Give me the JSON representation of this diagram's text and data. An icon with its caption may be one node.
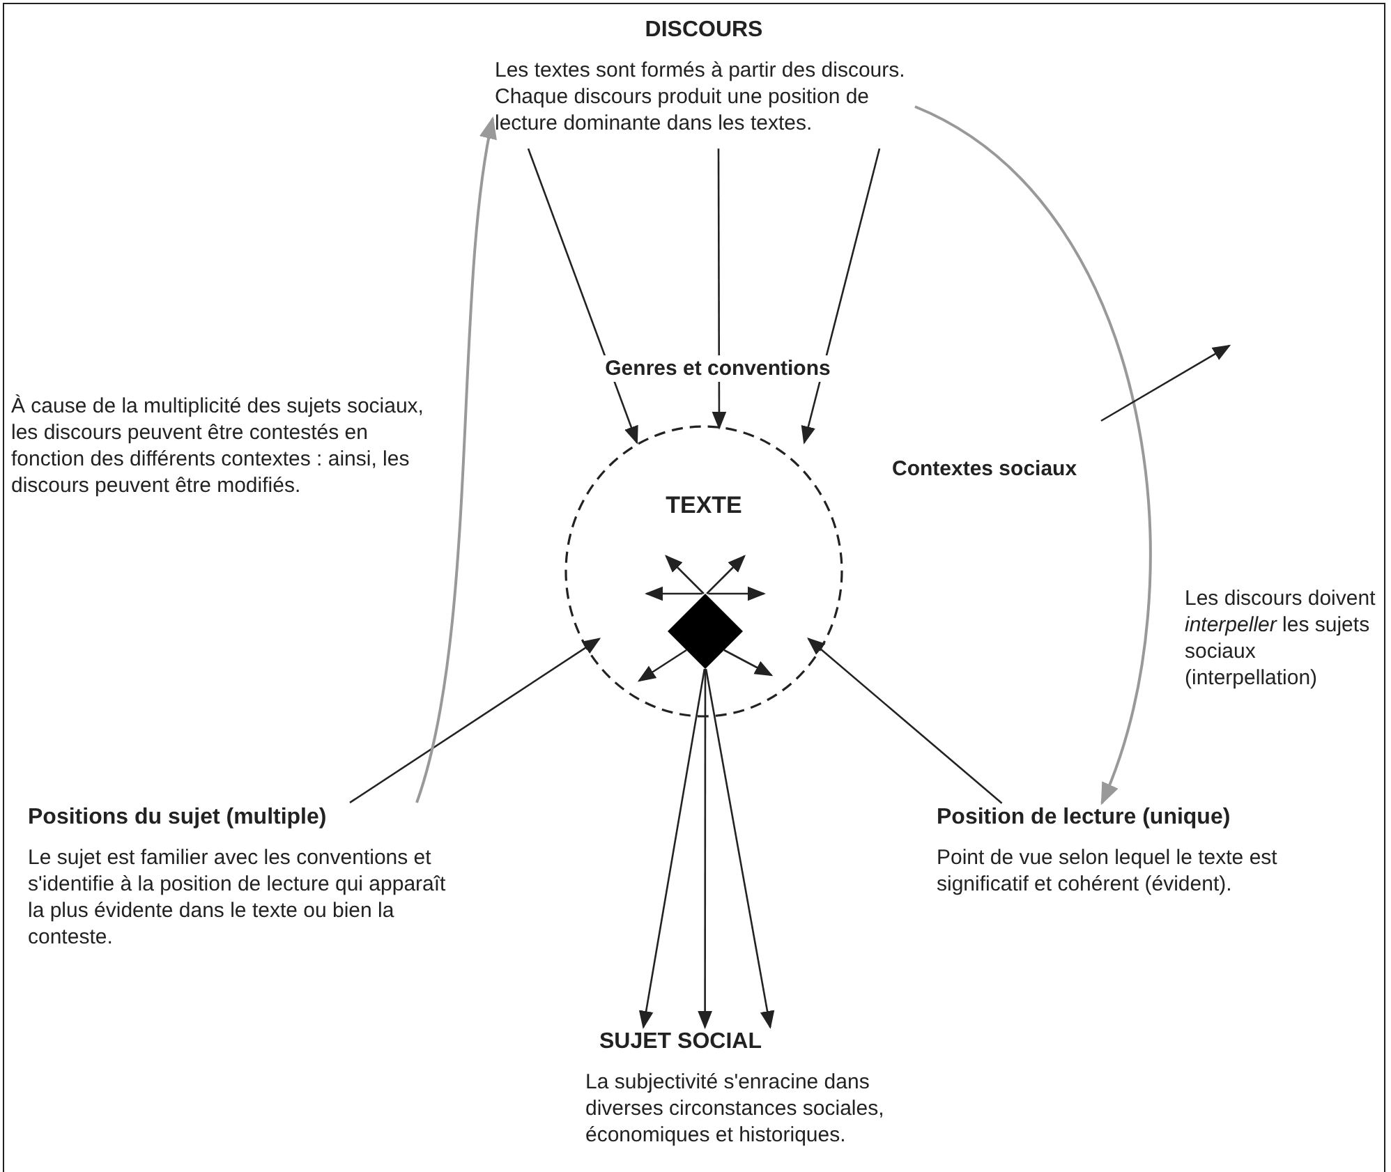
{
  "diagram": {
    "nodes": [
      {
        "text": [
          "DISCOURS",
          "Les textes sont formés à partir des discours. Chaque discours produit une position de lecture dominante dans les textes."
        ]
      },
      {
        "text": [
          "TEXTE"
        ]
      },
      {
        "text": [],
        "shape": "diamond",
        "in": 1
      },
      {
        "text": [
          "Positions du sujet (multiple)",
          "Le sujet est familier avec les conventions et s'identifie à la position de lecture qui apparaît la plus évidente dans le texte ou bien la conteste."
        ]
      },
      {
        "text": [
          "Position de lecture (unique)",
          "Point de vue selon lequel le texte est significatif et cohérent (évident)."
        ]
      },
      {
        "text": [
          "SUJET SOCIAL",
          "La subjectivité s'enracine dans diverses circonstances sociales, économiques et historiques."
        ]
      }
    ],
    "edges": [
      {
        "from": 0,
        "to": 1,
        "arrow": "to"
      },
      {
        "from": 0,
        "to": 1,
        "arrow": "to"
      },
      {
        "from": 0,
        "to": 1,
        "arrow": "to"
      },
      {
        "from": 3,
        "to": 1,
        "arrow": "to"
      },
      {
        "from": 4,
        "to": 1,
        "arrow": "to"
      },
      {
        "from": 2,
        "to": null,
        "arrow": "to"
      },
      {
        "from": 2,
        "to": null,
        "arrow": "to"
      },
      {
        "from": 2,
        "to": null,
        "arrow": "to"
      },
      {
        "from": 2,
        "to": null,
        "arrow": "to"
      },
      {
        "from": 2,
        "to": null,
        "arrow": "to"
      },
      {
        "from": 2,
        "to": null,
        "arrow": "to"
      },
      {
        "from": 2,
        "to": 5,
        "arrow": "to"
      },
      {
        "from": 2,
        "to": 5,
        "arrow": "to"
      },
      {
        "from": 2,
        "to": 5,
        "arrow": "to"
      },
      {
        "from": 3,
        "to": 0,
        "arrow": "to",
        "color": "#999999"
      },
      {
        "from": 0,
        "to": 4,
        "arrow": "to",
        "color": "#999999"
      }
    ],
    "labels": [
      "Genres et conventions",
      "À cause de la multiplicité des sujets sociaux, les discours peuvent être contestés en fonction des différents contextes : ainsi, les discours peuvent être modifiés.",
      "Contextes sociaux",
      "Les discours doivent *interpeller* les sujets sociaux (interpellation)"
    ]
  }
}
